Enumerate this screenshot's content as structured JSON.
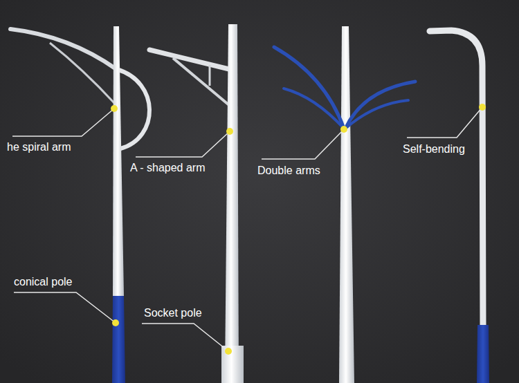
{
  "diagram": {
    "labels": [
      "he spiral arm",
      "A - shaped arm",
      "Double arms",
      "Self-bending",
      "conical pole",
      "Socket pole"
    ]
  }
}
